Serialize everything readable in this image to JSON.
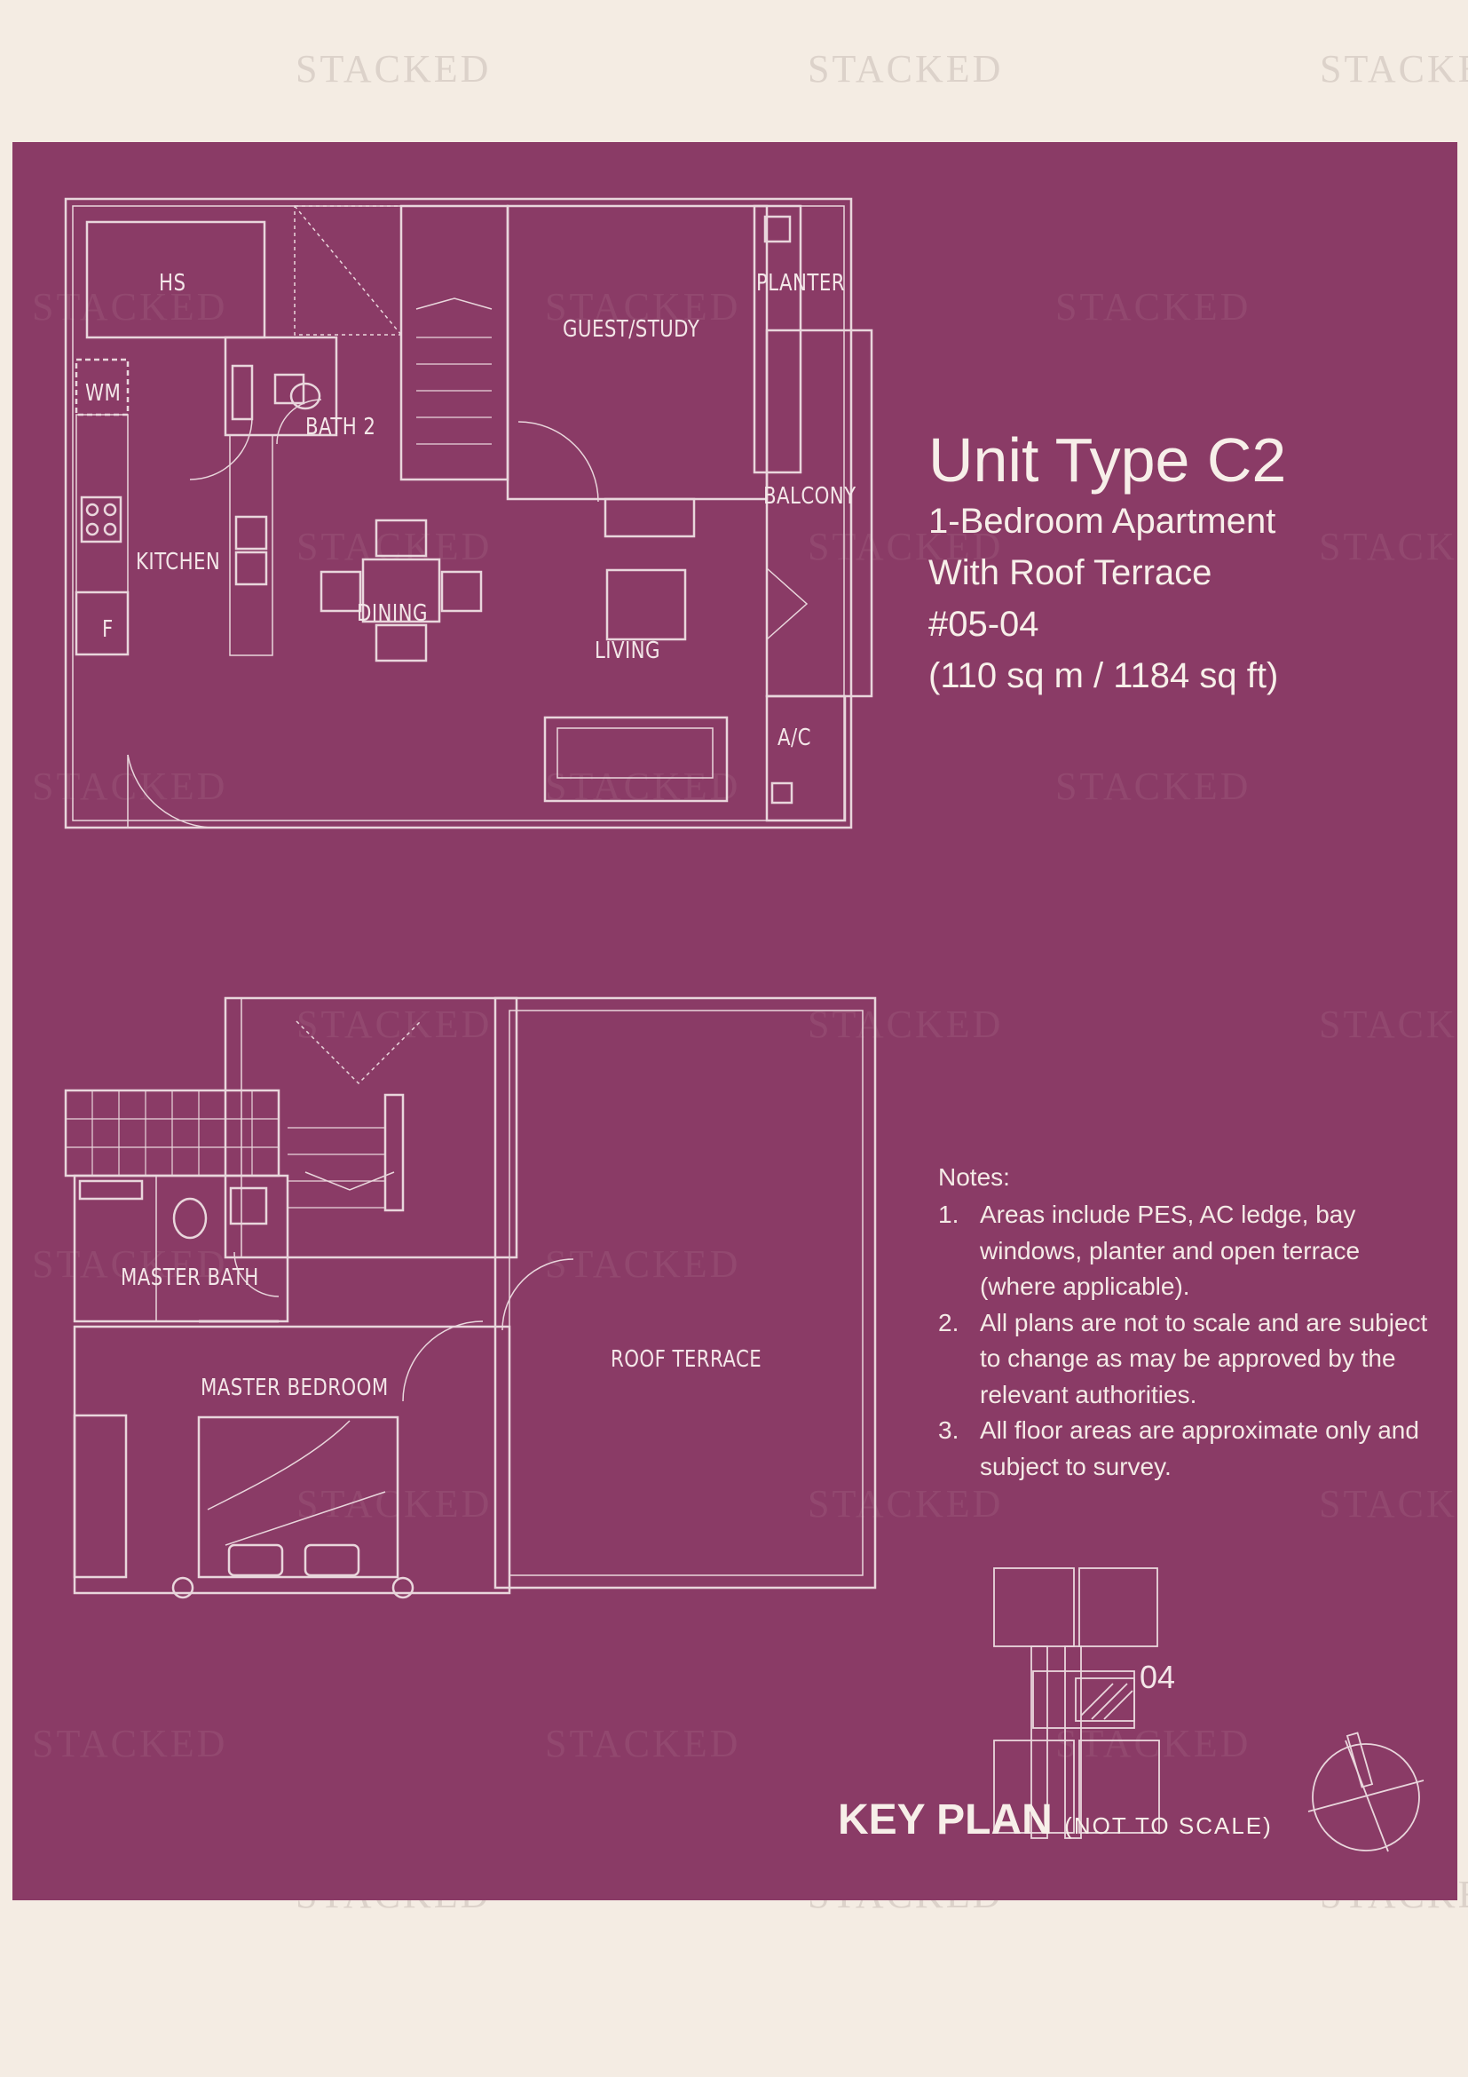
{
  "watermark": "STACKED",
  "colors": {
    "page_bg": "#f4ece3",
    "panel_bg": "#8a3b66",
    "line": "#e9d6dc"
  },
  "unit": {
    "title": "Unit Type C2",
    "type": "1-Bedroom Apartment",
    "feature": "With Roof Terrace",
    "unit_no": "#05-04",
    "area": "(110 sq m / 1184 sq ft)"
  },
  "lower_floor": {
    "rooms": {
      "hs": "HS",
      "wm": "WM",
      "bath2": "BATH 2",
      "guest_study": "GUEST/STUDY",
      "planter": "PLANTER",
      "balcony": "BALCONY",
      "kitchen": "KITCHEN",
      "dining": "DINING",
      "living": "LIVING",
      "fridge": "F",
      "ac": "A/C"
    }
  },
  "upper_floor": {
    "rooms": {
      "master_bath": "MASTER BATH",
      "master_bedroom": "MASTER BEDROOM",
      "roof_terrace": "ROOF TERRACE"
    }
  },
  "notes": {
    "heading": "Notes:",
    "items": [
      {
        "num": "1.",
        "text": "Areas include PES, AC ledge, bay windows, planter and open terrace (where applicable)."
      },
      {
        "num": "2.",
        "text": "All plans are not to scale and are subject to change as may be approved by the relevant authorities."
      },
      {
        "num": "3.",
        "text": "All floor areas are approximate only and subject to survey."
      }
    ]
  },
  "key_plan": {
    "title": "KEY PLAN",
    "note": "(NOT TO SCALE)",
    "unit_marker": "04"
  }
}
